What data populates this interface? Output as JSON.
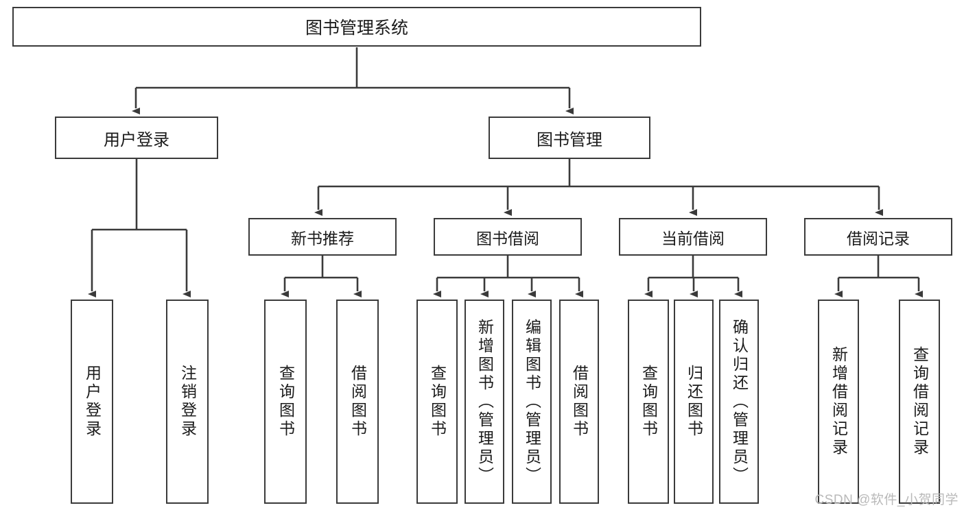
{
  "diagram": {
    "title": "图书管理系统",
    "type": "hierarchy-tree",
    "stroke_color": "#3a3a3a",
    "background_color": "#ffffff",
    "root": {
      "label": "图书管理系统"
    },
    "level2": [
      {
        "label": "用户登录"
      },
      {
        "label": "图书管理"
      }
    ],
    "level3": [
      {
        "label": "新书推荐"
      },
      {
        "label": "图书借阅"
      },
      {
        "label": "当前借阅"
      },
      {
        "label": "借阅记录"
      }
    ],
    "leaves": {
      "user_login": [
        {
          "label": "用户登录"
        },
        {
          "label": "注销登录"
        }
      ],
      "new_book_recommend": [
        {
          "label": "查询图书"
        },
        {
          "label": "借阅图书"
        }
      ],
      "book_borrow": [
        {
          "label": "查询图书"
        },
        {
          "label": "新增图书（管理员）"
        },
        {
          "label": "编辑图书（管理员）"
        },
        {
          "label": "借阅图书"
        }
      ],
      "current_borrow": [
        {
          "label": "查询图书"
        },
        {
          "label": "归还图书"
        },
        {
          "label": "确认归还（管理员）"
        }
      ],
      "borrow_record": [
        {
          "label": "新增借阅记录"
        },
        {
          "label": "查询借阅记录"
        }
      ]
    }
  },
  "watermark": {
    "text": "CSDN @软件_小贺同学"
  }
}
